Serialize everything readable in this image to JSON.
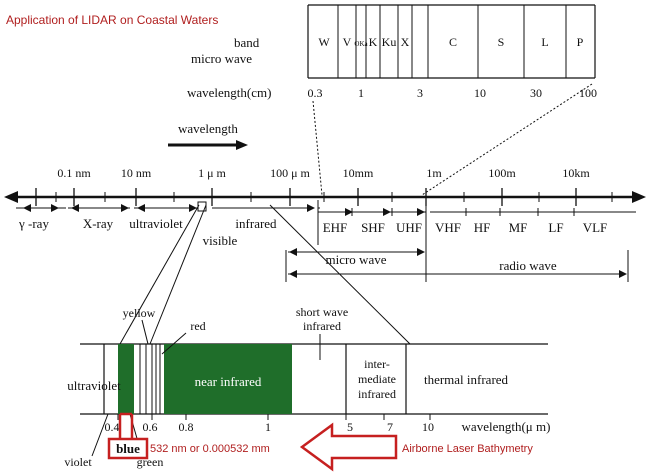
{
  "title": "Application of LIDAR on Coastal Waters",
  "microwave_table": {
    "row_label": "micro wave",
    "band_label": "band",
    "bands": [
      "W",
      "V",
      "OKa",
      "K",
      "Ku",
      "X",
      "C",
      "S",
      "L",
      "P"
    ],
    "wavelength_label": "wavelength(cm)",
    "wavelengths": [
      "0.3",
      "1",
      "3",
      "10",
      "30",
      "100"
    ]
  },
  "wavelength_arrow_label": "wavelength",
  "scale_labels": [
    "0.1 nm",
    "10 nm",
    "1 μ m",
    "100 μ m",
    "10mm",
    "1m",
    "100m",
    "10km"
  ],
  "regions_main": [
    "γ -ray",
    "X-ray",
    "ultraviolet",
    "infrared",
    "visible"
  ],
  "microwave_bands": [
    "EHF",
    "SHF",
    "UHF"
  ],
  "radio_bands": [
    "VHF",
    "HF",
    "MF",
    "LF",
    "VLF"
  ],
  "microwave_span_label": "micro wave",
  "radio_span_label": "radio wave",
  "zoom": {
    "yellow": "yellow",
    "red": "red",
    "short_wave": [
      "short  wave",
      "infrared"
    ],
    "ultraviolet": "ultraviolet",
    "near_infrared": "near  infrared",
    "intermediate": [
      "inter-",
      "mediate",
      "infrared"
    ],
    "thermal": "thermal infrared",
    "ticks": [
      "0.4",
      "0.6",
      "0.8",
      "1",
      "5",
      "7",
      "10"
    ],
    "axis_label": "wavelength(μ m)",
    "violet": "violet",
    "blue": "blue",
    "green": "green"
  },
  "annotation": {
    "value": "532 nm or 0.000532 mm",
    "method": "Airborne Laser Bathymetry"
  },
  "colors": {
    "accent_red": "#b01e1e",
    "fill_green": "#1f6e2a",
    "line": "#111111"
  }
}
